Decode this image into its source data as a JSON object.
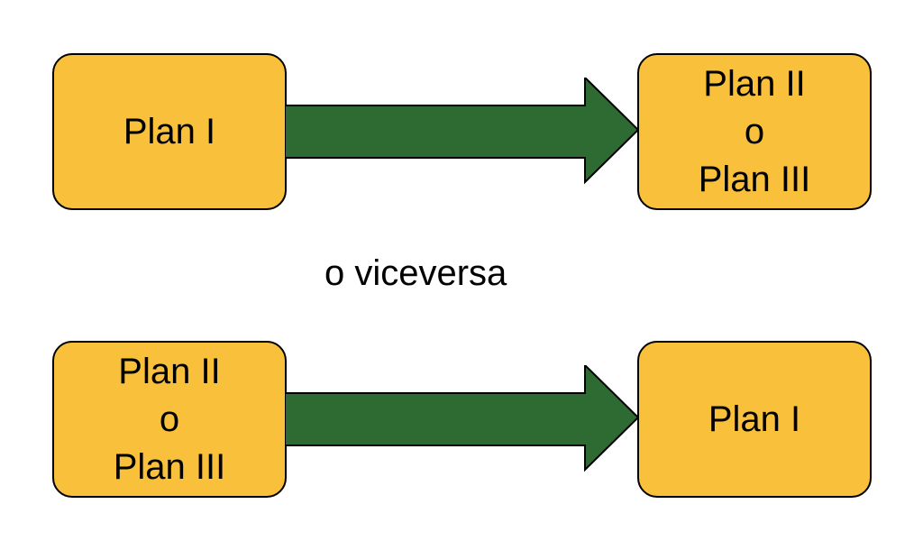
{
  "colors": {
    "box_fill": "#f9c03c",
    "box_border": "#000000",
    "arrow_fill": "#2e6b33",
    "arrow_stroke": "#000000",
    "text": "#000000"
  },
  "row1": {
    "left_box": {
      "lines": [
        "Plan I"
      ]
    },
    "arrow": {
      "direction": "right"
    },
    "right_box": {
      "lines": [
        "Plan II",
        "o",
        "Plan III"
      ]
    }
  },
  "connector_text": "o viceversa",
  "row2": {
    "left_box": {
      "lines": [
        "Plan II",
        "o",
        "Plan III"
      ]
    },
    "arrow": {
      "direction": "right"
    },
    "right_box": {
      "lines": [
        "Plan I"
      ]
    }
  }
}
